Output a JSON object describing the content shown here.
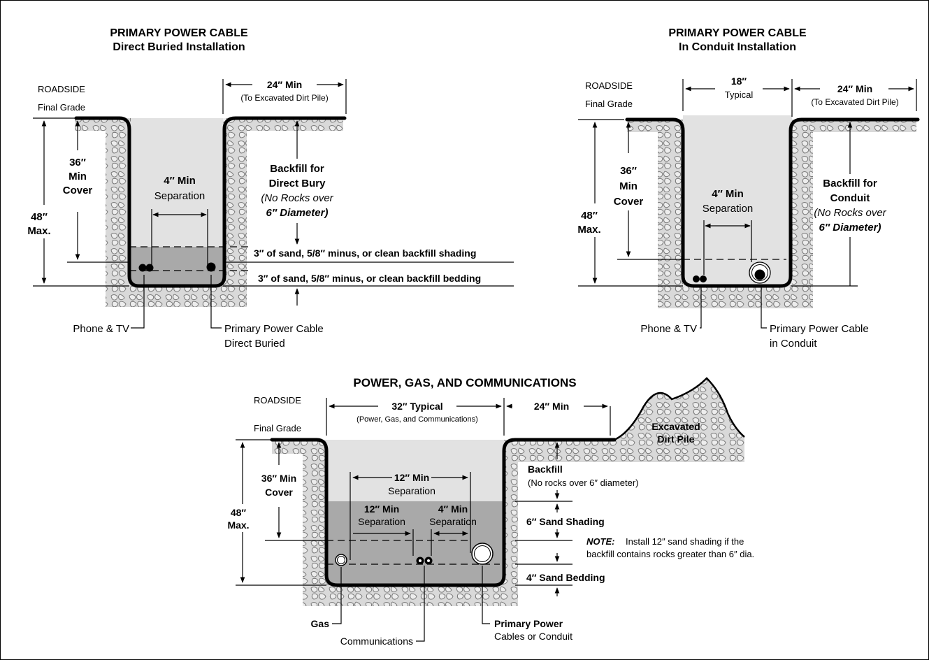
{
  "colors": {
    "backfill": "#e2e2e2",
    "sand": "#a9a9a9",
    "soil": "#d7d7d7",
    "line": "#000000"
  },
  "diagram1": {
    "title1": "PRIMARY POWER CABLE",
    "title2": "Direct Buried Installation",
    "roadside": "ROADSIDE",
    "final_grade": "Final Grade",
    "min24": "24″ Min",
    "to_pile": "(To Excavated Dirt Pile)",
    "cover1": "36″",
    "cover2": "Min",
    "cover3": "Cover",
    "max1": "48″",
    "max2": "Max.",
    "sep1": "4″ Min",
    "sep2": "Separation",
    "backfill1": "Backfill for",
    "backfill2": "Direct Bury",
    "backfill3": "(No Rocks over",
    "backfill4": "6″ Diameter)",
    "shading": "3″ of sand, 5/8″ minus, or clean backfill shading",
    "bedding": "3″ of sand, 5/8″ minus, or clean backfill bedding",
    "phone": "Phone & TV",
    "cable1": "Primary Power Cable",
    "cable2": "Direct Buried"
  },
  "diagram2": {
    "title1": "PRIMARY POWER CABLE",
    "title2": "In Conduit Installation",
    "roadside": "ROADSIDE",
    "final_grade": "Final Grade",
    "typ1": "18″",
    "typ2": "Typical",
    "min24": "24″ Min",
    "to_pile": "(To Excavated Dirt Pile)",
    "cover1": "36″",
    "cover2": "Min",
    "cover3": "Cover",
    "max1": "48″",
    "max2": "Max.",
    "sep1": "4″ Min",
    "sep2": "Separation",
    "backfill1": "Backfill for",
    "backfill2": "Conduit",
    "backfill3": "(No Rocks over",
    "backfill4": "6″ Diameter)",
    "phone": "Phone & TV",
    "cable1": "Primary Power Cable",
    "cable2": "in Conduit"
  },
  "diagram3": {
    "title": "POWER, GAS, AND COMMUNICATIONS",
    "roadside": "ROADSIDE",
    "final_grade": "Final Grade",
    "typ32": "32″ Typical",
    "typ32_note": "(Power, Gas, and Communications)",
    "min24": "24″ Min",
    "pile1": "Excavated",
    "pile2": "Dirt Pile",
    "cover1": "36″ Min",
    "cover2": "Cover",
    "max1": "48″",
    "max2": "Max.",
    "sep12a1": "12″ Min",
    "sep12a2": "Separation",
    "sep12b1": "12″ Min",
    "sep12b2": "Separation",
    "sep4_1": "4″ Min",
    "sep4_2": "Separation",
    "backfill1": "Backfill",
    "backfill2": "(No rocks over 6″ diameter)",
    "shading": "6″ Sand Shading",
    "note_label": "NOTE:",
    "note1": "Install 12″ sand shading if the",
    "note2": "backfill contains rocks greater than 6″ dia.",
    "bedding": "4″ Sand Bedding",
    "gas": "Gas",
    "comms": "Communications",
    "power1": "Primary Power",
    "power2": "Cables or Conduit"
  }
}
